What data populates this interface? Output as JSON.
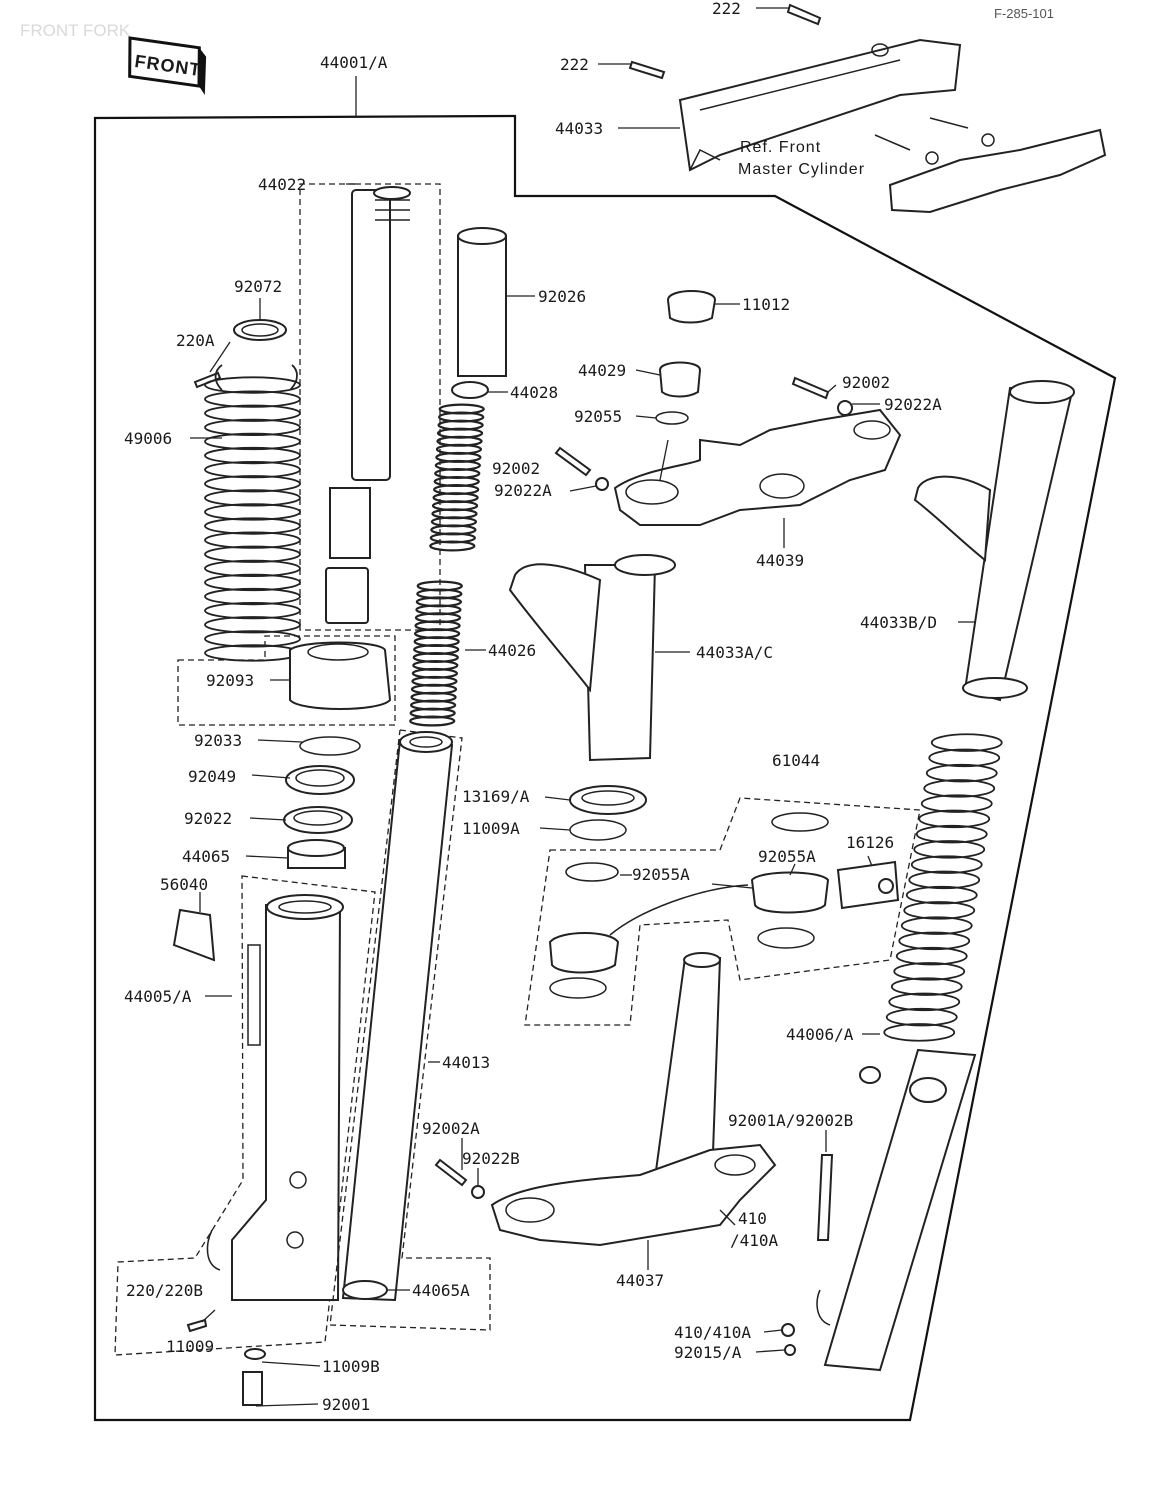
{
  "watermark": "FRONT FORK",
  "page_code": "F-285-101",
  "front_sign": "FRONT",
  "ref_note": [
    "Ref. Front",
    "Master Cylinder"
  ],
  "labels": {
    "p222a": "222",
    "p222b": "222",
    "p44001": "44001/A",
    "p44033": "44033",
    "p44022": "44022",
    "p92072": "92072",
    "p220a": "220A",
    "p49006": "49006",
    "p92093": "92093",
    "p92033": "92033",
    "p92049": "92049",
    "p92022": "92022",
    "p44065": "44065",
    "p56040": "56040",
    "p44005": "44005/A",
    "p220b": "220/220B",
    "p11009": "11009",
    "p11009b": "11009B",
    "p92001": "92001",
    "p92026": "92026",
    "p44028": "44028",
    "p44026": "44026",
    "p44013": "44013",
    "p92002a": "92002A",
    "p92022b": "92022B",
    "p44065a": "44065A",
    "p11012": "11012",
    "p44029": "44029",
    "p92055": "92055",
    "p92002_top": "92002",
    "p92022a_top": "92022A",
    "p92002_mid": "92002",
    "p92022a_mid": "92022A",
    "p44039": "44039",
    "p44033ac": "44033A/C",
    "p44033bd": "44033B/D",
    "p61044": "61044",
    "p13169": "13169/A",
    "p11009a": "11009A",
    "p92055a_l": "92055A",
    "p92055a_r": "92055A",
    "p16126": "16126",
    "p44006": "44006/A",
    "p92001a": "92001A/92002B",
    "p410": "410",
    "p410a": "/410A",
    "p44037": "44037",
    "p410_410a": "410/410A",
    "p92015": "92015/A"
  }
}
